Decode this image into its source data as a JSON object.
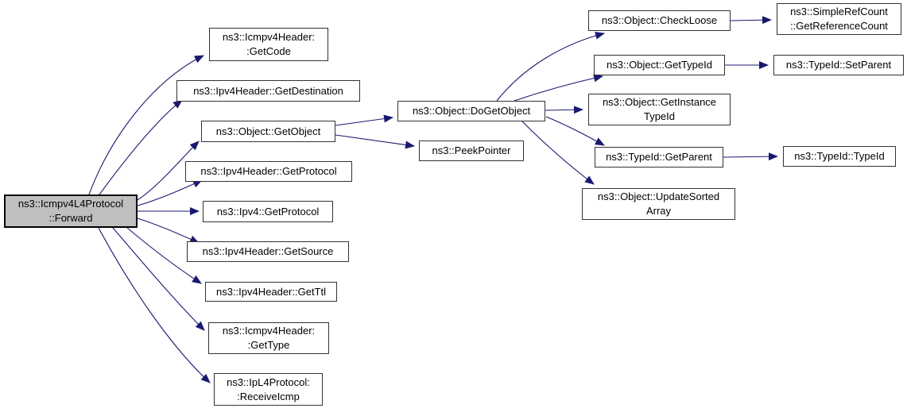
{
  "diagram": {
    "type": "doxygen-call-graph",
    "edge_color": "#191970",
    "node_border_color": "#333333",
    "node_fill_color": "#ffffff",
    "highlight_fill_color": "#bfbfbf",
    "nodes": {
      "forward": {
        "label": "ns3::Icmpv4L4Protocol\n::Forward"
      },
      "icmpv4header_getcode": {
        "label": "ns3::Icmpv4Header:\n:GetCode"
      },
      "ipv4header_getdestination": {
        "label": "ns3::Ipv4Header::GetDestination"
      },
      "object_getobject": {
        "label": "ns3::Object::GetObject"
      },
      "ipv4header_getprotocol": {
        "label": "ns3::Ipv4Header::GetProtocol"
      },
      "ipv4_getprotocol": {
        "label": "ns3::Ipv4::GetProtocol"
      },
      "ipv4header_getsource": {
        "label": "ns3::Ipv4Header::GetSource"
      },
      "ipv4header_getttl": {
        "label": "ns3::Ipv4Header::GetTtl"
      },
      "icmpv4header_gettype": {
        "label": "ns3::Icmpv4Header:\n:GetType"
      },
      "ipl4protocol_receiveicmp": {
        "label": "ns3::IpL4Protocol:\n:ReceiveIcmp"
      },
      "object_dogetobject": {
        "label": "ns3::Object::DoGetObject"
      },
      "peekpointer": {
        "label": "ns3::PeekPointer"
      },
      "object_checkloose": {
        "label": "ns3::Object::CheckLoose"
      },
      "object_gettypeid": {
        "label": "ns3::Object::GetTypeId"
      },
      "object_getinstancetypeid": {
        "label": "ns3::Object::GetInstance\nTypeId"
      },
      "typeid_getparent": {
        "label": "ns3::TypeId::GetParent"
      },
      "object_updatesortedarray": {
        "label": "ns3::Object::UpdateSorted\nArray"
      },
      "simplerefcount_getreferencecount": {
        "label": "ns3::SimpleRefCount\n::GetReferenceCount"
      },
      "typeid_setparent": {
        "label": "ns3::TypeId::SetParent"
      },
      "typeid_typeid": {
        "label": "ns3::TypeId::TypeId"
      }
    },
    "edges": [
      {
        "from": "forward",
        "to": "icmpv4header_getcode"
      },
      {
        "from": "forward",
        "to": "ipv4header_getdestination"
      },
      {
        "from": "forward",
        "to": "object_getobject"
      },
      {
        "from": "forward",
        "to": "ipv4header_getprotocol"
      },
      {
        "from": "forward",
        "to": "ipv4_getprotocol"
      },
      {
        "from": "forward",
        "to": "ipv4header_getsource"
      },
      {
        "from": "forward",
        "to": "ipv4header_getttl"
      },
      {
        "from": "forward",
        "to": "icmpv4header_gettype"
      },
      {
        "from": "forward",
        "to": "ipl4protocol_receiveicmp"
      },
      {
        "from": "object_getobject",
        "to": "object_dogetobject"
      },
      {
        "from": "object_getobject",
        "to": "peekpointer"
      },
      {
        "from": "object_dogetobject",
        "to": "object_checkloose"
      },
      {
        "from": "object_dogetobject",
        "to": "object_gettypeid"
      },
      {
        "from": "object_dogetobject",
        "to": "object_getinstancetypeid"
      },
      {
        "from": "object_dogetobject",
        "to": "typeid_getparent"
      },
      {
        "from": "object_dogetobject",
        "to": "object_updatesortedarray"
      },
      {
        "from": "object_checkloose",
        "to": "simplerefcount_getreferencecount"
      },
      {
        "from": "object_gettypeid",
        "to": "typeid_setparent"
      },
      {
        "from": "typeid_getparent",
        "to": "typeid_typeid"
      }
    ]
  }
}
